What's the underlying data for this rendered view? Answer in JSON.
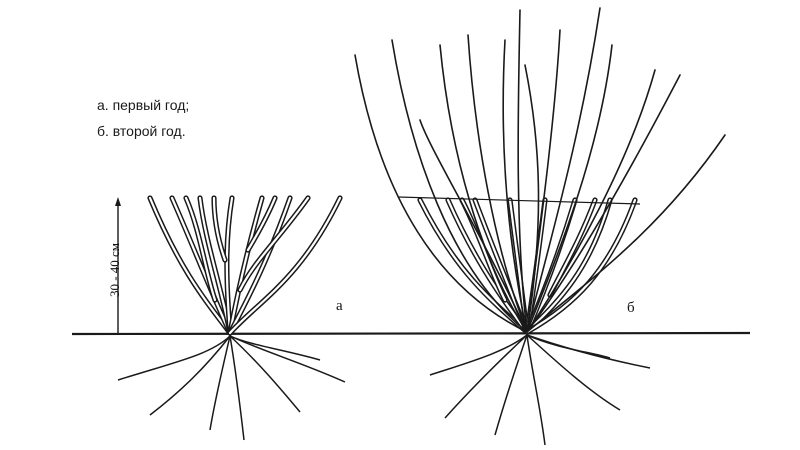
{
  "legend": {
    "item_a": "а. первый год;",
    "item_b": "б. второй год."
  },
  "height_label": "30 - 40 см",
  "bush_labels": {
    "a": "а",
    "b": "б"
  },
  "colors": {
    "ink": "#1a1a1a",
    "background": "#ffffff"
  }
}
